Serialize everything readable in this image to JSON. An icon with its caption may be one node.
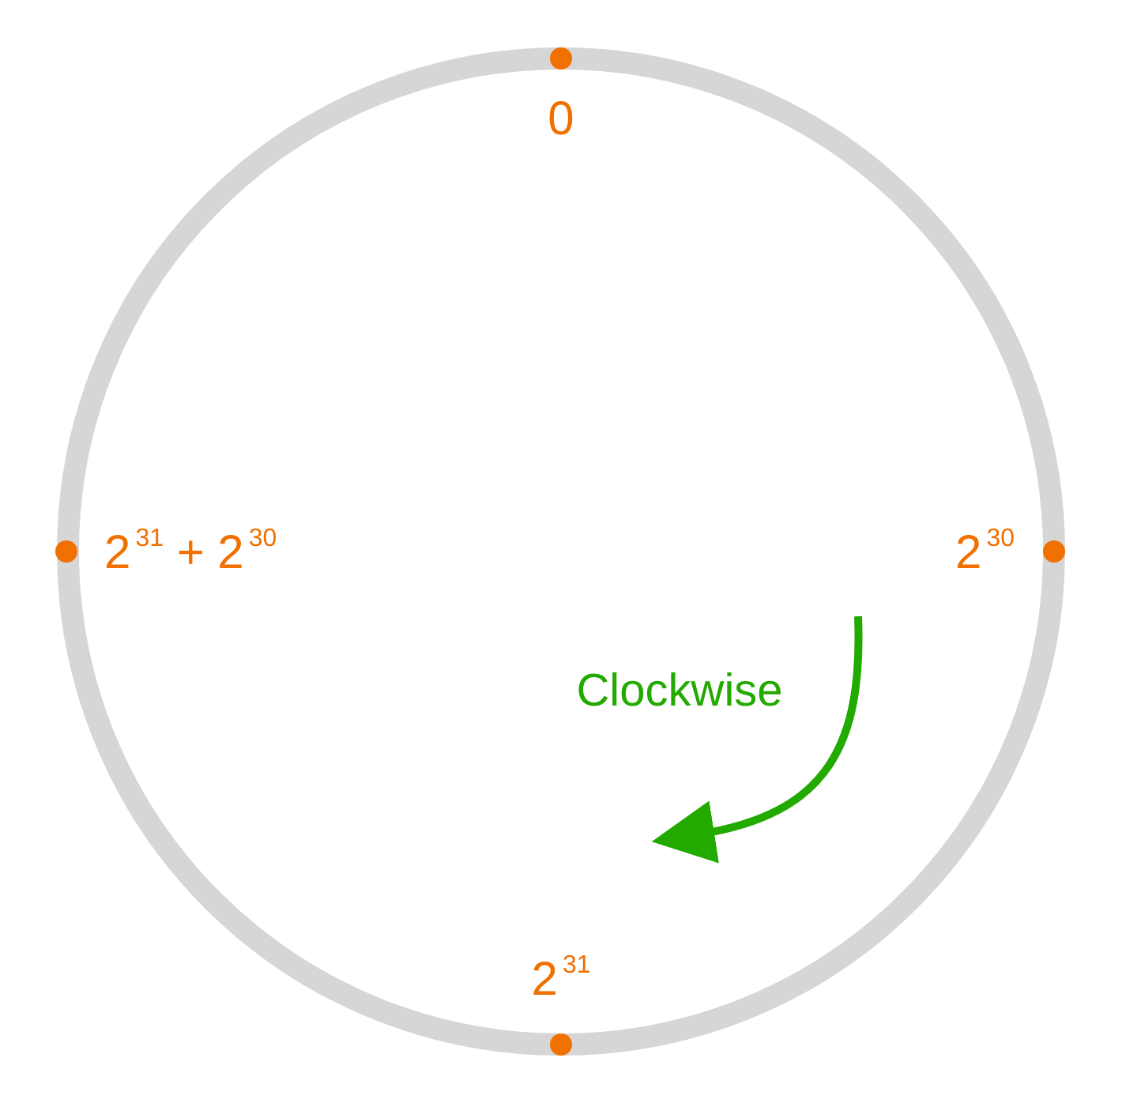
{
  "diagram": {
    "labels": [
      "0",
      "2$^{31}$ + 2$^{30}$",
      "2$^{30}$",
      "Clockwise",
      "2$^{31}$"
    ]
  }
}
